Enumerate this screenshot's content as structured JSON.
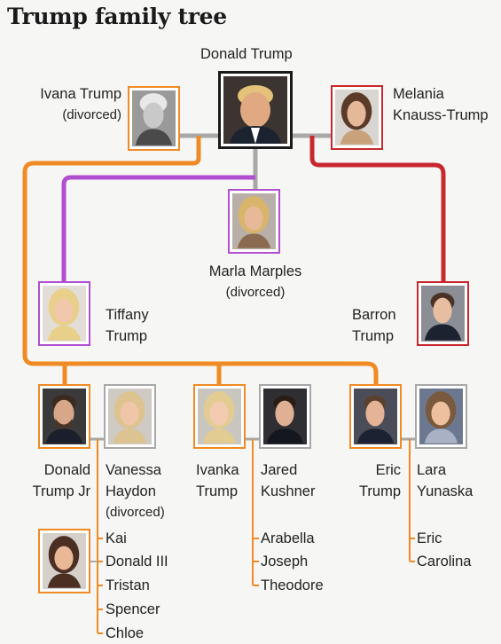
{
  "title": "Trump family tree",
  "colors": {
    "ivana_line": "#f08a24",
    "marla_line": "#b050d0",
    "melania_line": "#c8282d",
    "spouse_line": "#a8a8a8",
    "children_line": "#f08a24"
  },
  "people": {
    "donald": {
      "name": "Donald Trump"
    },
    "ivana": {
      "name_1": "Ivana Trump",
      "note": "(divorced)"
    },
    "melania": {
      "name_1": "Melania",
      "name_2": "Knauss-Trump"
    },
    "marla": {
      "name_1": "Marla Marples",
      "note": "(divorced)"
    },
    "tiffany": {
      "name_1": "Tiffany",
      "name_2": "Trump"
    },
    "barron": {
      "name_1": "Barron",
      "name_2": "Trump"
    },
    "donald_jr": {
      "name_1": "Donald",
      "name_2": "Trump Jr"
    },
    "vanessa": {
      "name_1": "Vanessa",
      "name_2": "Haydon",
      "note": "(divorced)"
    },
    "ivanka": {
      "name_1": "Ivanka",
      "name_2": "Trump"
    },
    "jared": {
      "name_1": "Jared",
      "name_2": "Kushner"
    },
    "eric": {
      "name_1": "Eric",
      "name_2": "Trump"
    },
    "lara": {
      "name_1": "Lara",
      "name_2": "Yunaska"
    }
  },
  "grandchildren": {
    "donald_jr": [
      "Kai",
      "Donald III",
      "Tristan",
      "Spencer",
      "Chloe"
    ],
    "ivanka": [
      "Arabella",
      "Joseph",
      "Theodore"
    ],
    "eric": [
      "Eric",
      "Carolina"
    ]
  }
}
